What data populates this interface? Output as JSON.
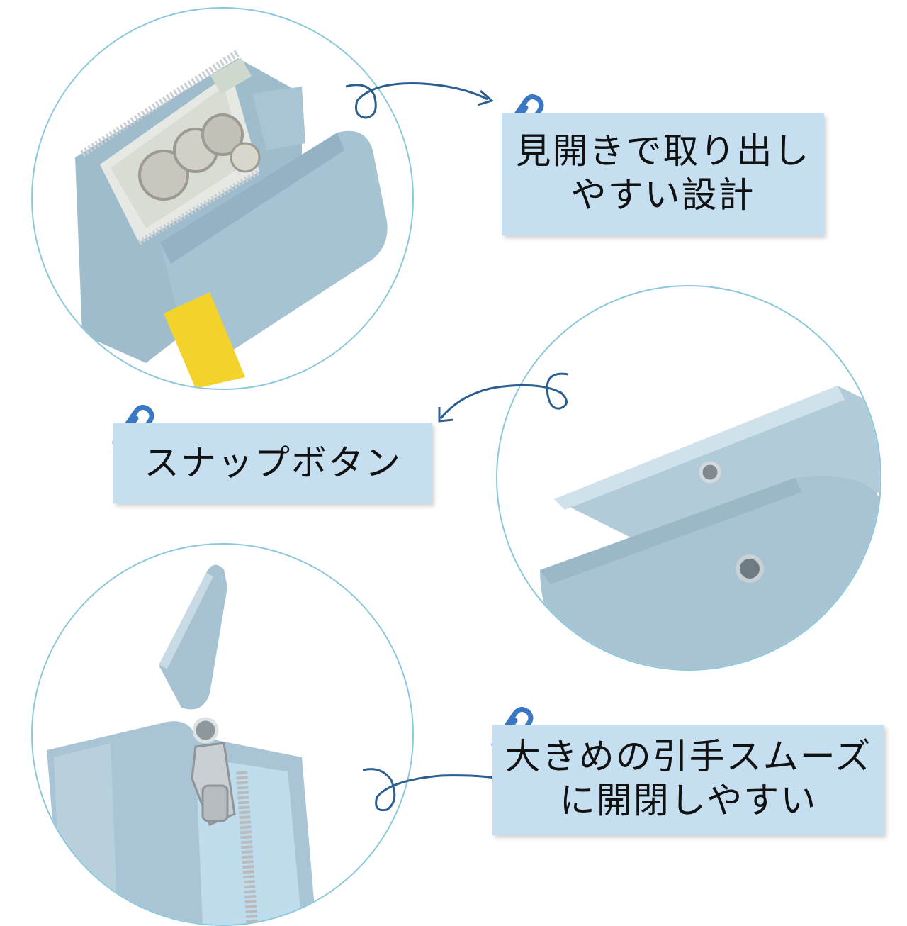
{
  "features": [
    {
      "lines": [
        "見開きで取り出し",
        "やすい設計"
      ]
    },
    {
      "lines": [
        "スナップボタン"
      ]
    },
    {
      "lines": [
        "大きめの引手スムーズ",
        "に開閉しやすい"
      ]
    }
  ],
  "icons": [
    "paperclip-icon",
    "curved-arrow-icon"
  ],
  "colors": {
    "label_background": "#c5dff1",
    "circle_border": "#8cc8dc",
    "arrow": "#2b5f91",
    "clip": "#3b78c4",
    "wallet": "#a6c3d3"
  }
}
